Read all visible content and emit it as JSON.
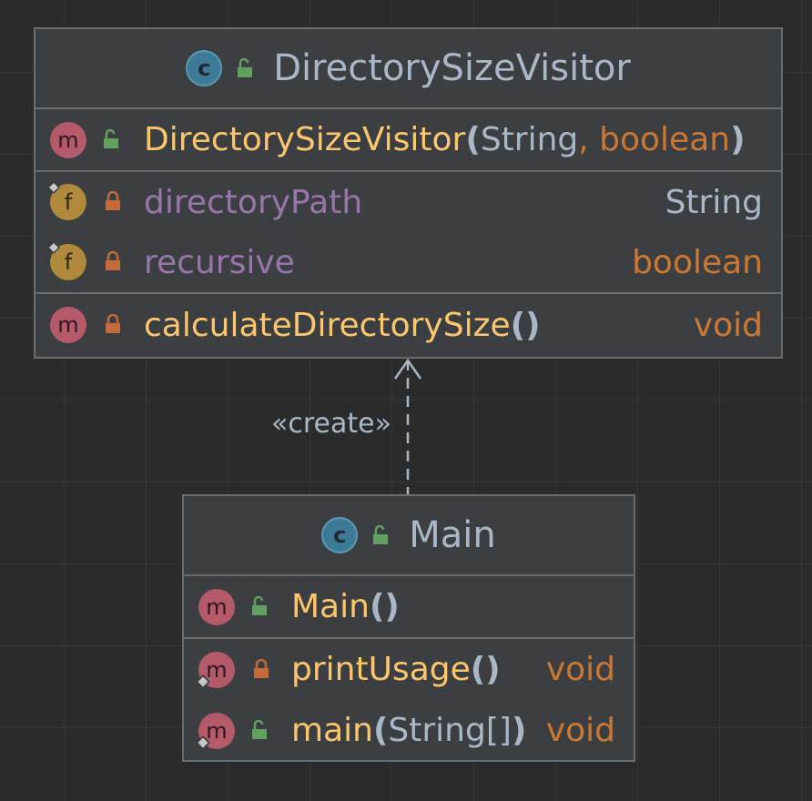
{
  "classes": [
    {
      "name": "DirectorySizeVisitor",
      "constructor": {
        "name": "DirectorySizeVisitor",
        "params": [
          "String",
          "boolean"
        ]
      },
      "fields": [
        {
          "name": "directoryPath",
          "type": "String"
        },
        {
          "name": "recursive",
          "type": "boolean"
        }
      ],
      "methods": [
        {
          "name": "calculateDirectorySize",
          "params": "()",
          "return": "void"
        }
      ]
    },
    {
      "name": "Main",
      "constructor": {
        "name": "Main",
        "params": "()"
      },
      "methods": [
        {
          "name": "printUsage",
          "params": "()",
          "return": "void"
        },
        {
          "name": "main",
          "param": "String[]",
          "return": "void"
        }
      ]
    }
  ],
  "relation": {
    "label": "«create»"
  },
  "icons": {
    "class": "class-icon",
    "method": "method-icon",
    "field": "field-icon",
    "public": "unlocked-icon",
    "private": "lock-icon",
    "static": "static-marker-icon"
  },
  "colors": {
    "background": "#2b2b2b",
    "box": "#3c3f41",
    "border": "#6c6c6c",
    "method_name": "#ffc66d",
    "field_name": "#9876aa",
    "type_keyword": "#cc7832",
    "type_text": "#a9b7c6"
  }
}
